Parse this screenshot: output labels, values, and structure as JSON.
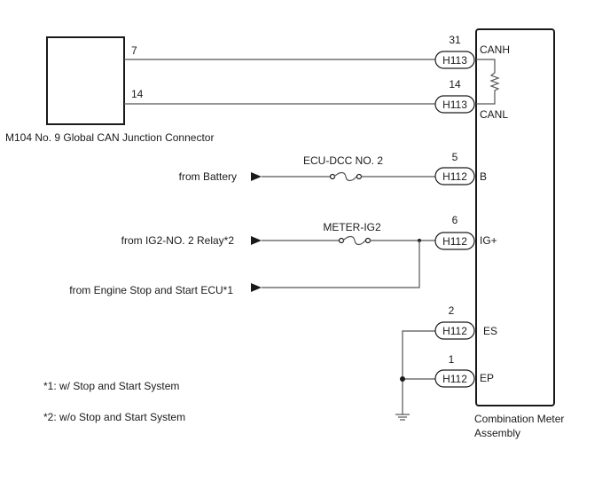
{
  "junction": {
    "label": "M104  No. 9 Global CAN Junction Connector",
    "pin_canh": "7",
    "pin_canl": "14"
  },
  "meter": {
    "label_line1": "Combination Meter",
    "label_line2": "Assembly"
  },
  "terminals": [
    {
      "pin": "31",
      "connector": "H113",
      "name": "CANH"
    },
    {
      "pin": "14",
      "connector": "H113",
      "name": "CANL"
    },
    {
      "pin": "5",
      "connector": "H112",
      "name": "B"
    },
    {
      "pin": "6",
      "connector": "H112",
      "name": "IG+"
    },
    {
      "pin": "2",
      "connector": "H112",
      "name": "ES"
    },
    {
      "pin": "1",
      "connector": "H112",
      "name": "EP"
    }
  ],
  "sources": {
    "battery": "from Battery",
    "ig2_relay": "from IG2-NO. 2 Relay*2",
    "engine_ecu": "from Engine Stop and Start ECU*1"
  },
  "fuses": {
    "ecu_dcc": "ECU-DCC NO. 2",
    "meter_ig2": "METER-IG2"
  },
  "notes": {
    "note1": "*1: w/ Stop and Start System",
    "note2": "*2: w/o Stop and Start System"
  }
}
